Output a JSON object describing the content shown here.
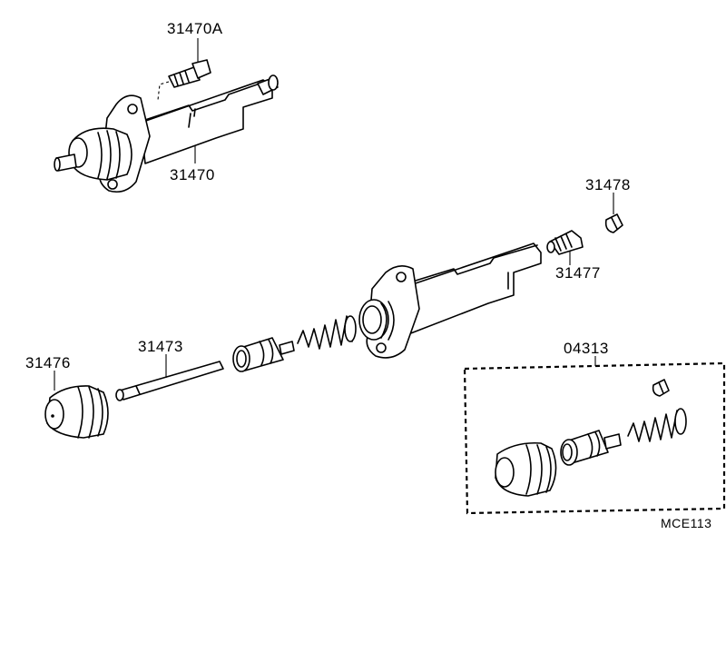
{
  "labels": {
    "assembly_upper": "31470",
    "bleeder_screw_upper": "31470A",
    "bleeder_plug": "31477",
    "bleeder_cap": "31478",
    "boot": "31476",
    "push_rod": "31473",
    "repair_kit": "04313"
  },
  "diagram_code": "MCE113"
}
